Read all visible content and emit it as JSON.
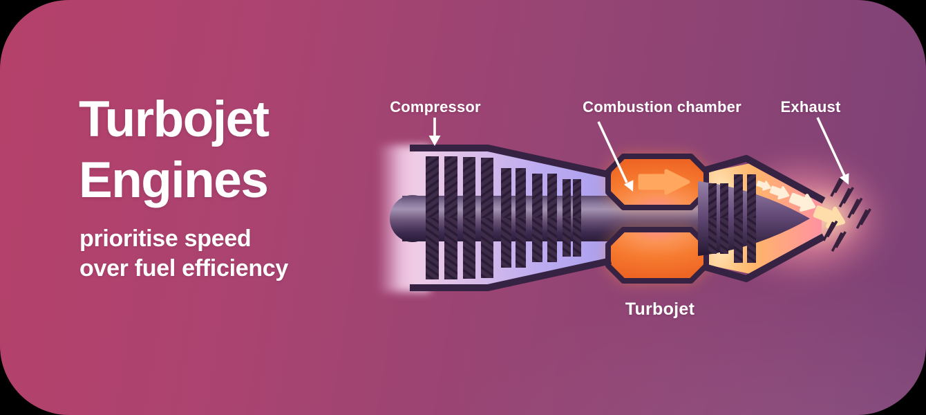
{
  "panel": {
    "title_line1": "Turbojet",
    "title_line2": "Engines",
    "subtitle_line1": "prioritise speed",
    "subtitle_line2": "over fuel efficiency"
  },
  "diagram": {
    "labels": {
      "compressor": "Compressor",
      "combustion_chamber": "Combustion chamber",
      "exhaust": "Exhaust",
      "caption": "Turbojet"
    }
  },
  "colors": {
    "background_left": "#b5416a",
    "background_right": "#7d4276",
    "text": "#ffffff",
    "engine_casing": "#362242",
    "compressor_interior_left": "#efcde7",
    "compressor_interior_right": "#ab9fee",
    "blade": "#3e2a49",
    "blade_hatch": "#2b1c35",
    "shaft_highlight": "#a393b2",
    "shaft_shadow": "#2a1c3a",
    "combustion_orange": "#f1702a",
    "combustion_core_pink": "#ff8c8c",
    "flame_cream": "#ffeed8",
    "exhaust_glow_pink": "#ff96a5",
    "intake_glow": "#f9ddf0"
  }
}
